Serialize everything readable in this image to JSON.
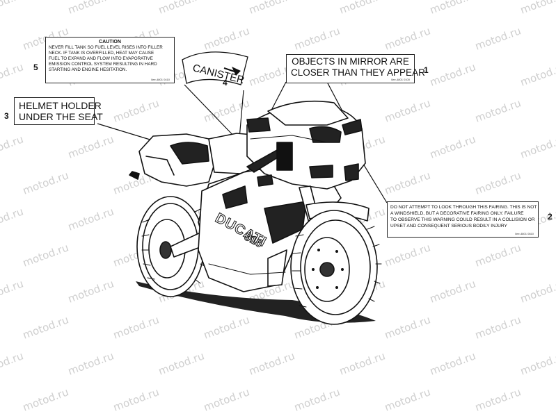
{
  "watermark": "motod.ru",
  "labels": {
    "caution": {
      "title": "CAUTION",
      "lines": [
        "NEVER FILL TANK SO FUEL LEVEL RISES INTO FILLER",
        "NECK. IF TANK IS OVERFILLED, HEAT MAY CAUSE",
        "FUEL TO EXPAND AND FLOW INTO EVAPORATIVE",
        "EMISSION CONTROL SYSTEM RESULTING IN HARD",
        "STARTING AND ENGINE HESITATION."
      ],
      "code": "0ee-4801 0410"
    },
    "canister": {
      "text": "CANISTER"
    },
    "mirror": {
      "lines": [
        "OBJECTS IN MIRROR ARE",
        "CLOSER THAN THEY APPEAR"
      ],
      "code": "0ee-4801 0100"
    },
    "helmet": {
      "lines": [
        "HELMET HOLDER",
        "UNDER THE SEAT"
      ]
    },
    "fairing": {
      "lines": [
        "DO NOT ATTEMPT TO LOOK THROUGH THIS FAIRING. THIS IS NOT",
        "A WINDSHIELD, BUT A DECORATIVE FAIRING ONLY. FAILURE",
        "TO OBSERVE THIS WARNING COULD RESULT IN A COLLISION OR",
        "UPSET AND CONSEQUENT SERIOUS BODILY INJURY"
      ],
      "code": "0ee-4801 0810"
    }
  },
  "callouts": {
    "n1": "1",
    "n2": "2",
    "n3": "3",
    "n4": "4",
    "n5": "5"
  },
  "bike_text": {
    "brand": "DUCATI",
    "model": "916"
  }
}
